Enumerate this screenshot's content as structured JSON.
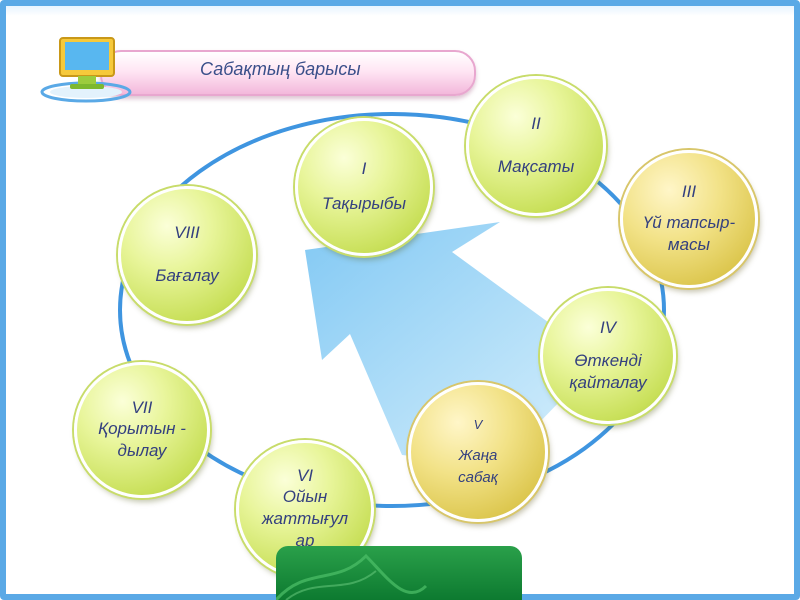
{
  "title": "Сабақтың барысы",
  "colors": {
    "frame": "#5aa9e6",
    "ring": "#3f95e0",
    "arrow": "#8fd0f5",
    "circle_green": "#d8ea72",
    "circle_gold": "#e6d266",
    "text": "#34407f"
  },
  "icons": {
    "logo": "computer-monitor-icon"
  },
  "stages": [
    {
      "num": "I",
      "label": "Тақырыбы",
      "style": "green"
    },
    {
      "num": "II",
      "label": "Мақсаты",
      "style": "green"
    },
    {
      "num": "III",
      "label": "Үй тапсыр-\nмасы",
      "style": "gold"
    },
    {
      "num": "IV",
      "label": "Өткенді\nқайталау",
      "style": "green"
    },
    {
      "num": "V",
      "label": "Жаңа\nсабақ",
      "style": "gold"
    },
    {
      "num": "VI",
      "label": "Ойын\nжаттығул\nар",
      "style": "green"
    },
    {
      "num": "VII",
      "label": "Қорытын -\nдылау",
      "style": "green"
    },
    {
      "num": "VIII",
      "label": "Бағалау",
      "style": "green"
    }
  ]
}
